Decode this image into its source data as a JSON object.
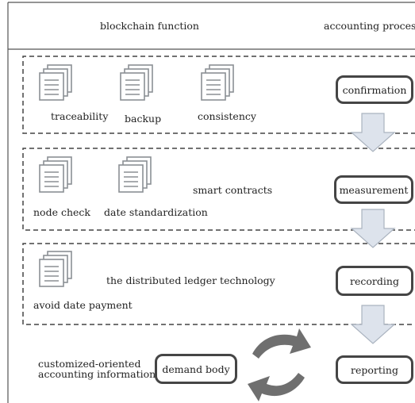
{
  "header": {
    "left_title": "blockchain function",
    "right_title": "accounting process"
  },
  "groups": [
    {
      "labels": [
        "traceability",
        "backup",
        "consistency"
      ],
      "process": "confirmation"
    },
    {
      "labels": [
        "node check",
        "date standardization",
        "smart contracts"
      ],
      "process": "measurement"
    },
    {
      "labels": [
        "avoid date payment",
        "the distributed ledger technology"
      ],
      "process": "recording"
    }
  ],
  "bottom": {
    "left_label_line1": "customized-oriented",
    "left_label_line2": "accounting information",
    "demand": "demand body",
    "process": "reporting"
  },
  "icon": "document-stack-icon",
  "colors": {
    "border": "#444444",
    "pill_border": "#454545",
    "arrow_fill": "#dde3ec",
    "arrow_stroke": "#aab3bf",
    "cycle_arrow": "#6f6f6f"
  }
}
